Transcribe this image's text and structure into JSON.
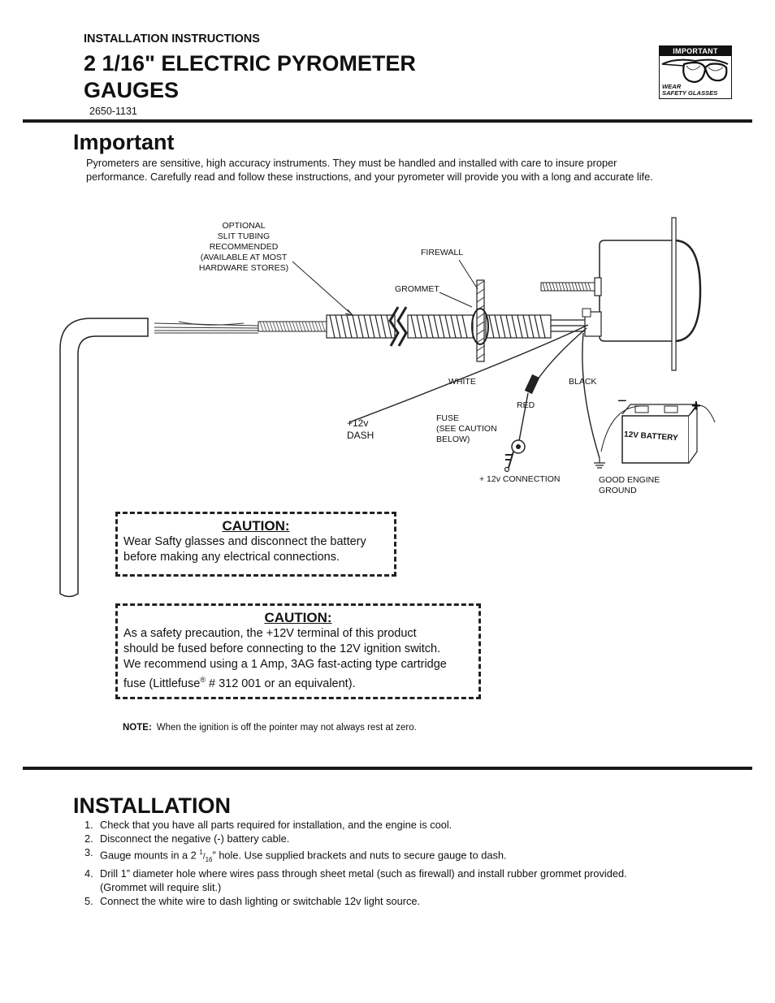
{
  "header": {
    "subtitle": "INSTALLATION INSTRUCTIONS",
    "title_line1": "2 1/16\" ELECTRIC PYROMETER",
    "title_line2": "GAUGES",
    "part_number": "2650-1131"
  },
  "badge": {
    "top_label": "IMPORTANT",
    "line1": "WEAR",
    "line2": "SAFETY GLASSES",
    "icon": "safety-glasses-icon"
  },
  "important": {
    "heading": "Important",
    "body": "Pyrometers are sensitive, high accuracy instruments.  They must be handled and installed with care to insure proper performance.  Carefully read and follow these instructions, and your pyrometer will provide you with a long and accurate life."
  },
  "diagram": {
    "optional_tubing": [
      "OPTIONAL",
      "SLIT TUBING",
      "RECOMMENDED",
      "(AVAILABLE AT MOST",
      "HARDWARE STORES)"
    ],
    "firewall": "FIREWALL",
    "grommet": "GROMMET",
    "white": "WHITE",
    "black": "BLACK",
    "red": "RED",
    "dash_12v": [
      "+12v",
      "DASH"
    ],
    "fuse": [
      "FUSE",
      "(SEE CAUTION",
      "BELOW)"
    ],
    "connection_12v": "+ 12v CONNECTION",
    "ground": [
      "GOOD ENGINE",
      "GROUND"
    ],
    "battery": "12V BATTERY",
    "minus": "−",
    "plus": "+"
  },
  "caution1": {
    "title": "CAUTION:",
    "line1": "Wear Safty glasses and disconnect the battery",
    "line2": "before making any electrical connections."
  },
  "caution2": {
    "title": "CAUTION:",
    "line1": "As a safety precaution, the +12V terminal of this product",
    "line2": "should be fused before connecting to the 12V ignition switch.",
    "line3": "We recommend using a 1 Amp, 3AG fast-acting type cartridge",
    "line4_a": "fuse (Littlefuse",
    "line4_sup": "®",
    "line4_b": " # 312 001 or an equivalent)."
  },
  "note": {
    "label": "NOTE:",
    "text": "When the ignition is off the pointer may not always rest at zero."
  },
  "installation": {
    "heading": "INSTALLATION",
    "steps": [
      {
        "num": "1.",
        "text": "Check that you have all parts required for installation, and the engine is cool."
      },
      {
        "num": "2.",
        "text": "Disconnect the negative (-) battery cable."
      },
      {
        "num": "3.",
        "text_a": "Gauge mounts in a 2 ",
        "frac_num": "1",
        "frac_slash": "/",
        "frac_den": "16",
        "text_b": "” hole.  Use supplied brackets and nuts to secure gauge to dash."
      },
      {
        "num": "4.",
        "text": "Drill 1” diameter hole where wires pass through sheet metal (such as firewall) and install rubber grommet provided.",
        "text2": "(Grommet will require slit.)"
      },
      {
        "num": "5.",
        "text": "Connect the white wire to dash lighting or switchable 12v light source."
      }
    ]
  }
}
